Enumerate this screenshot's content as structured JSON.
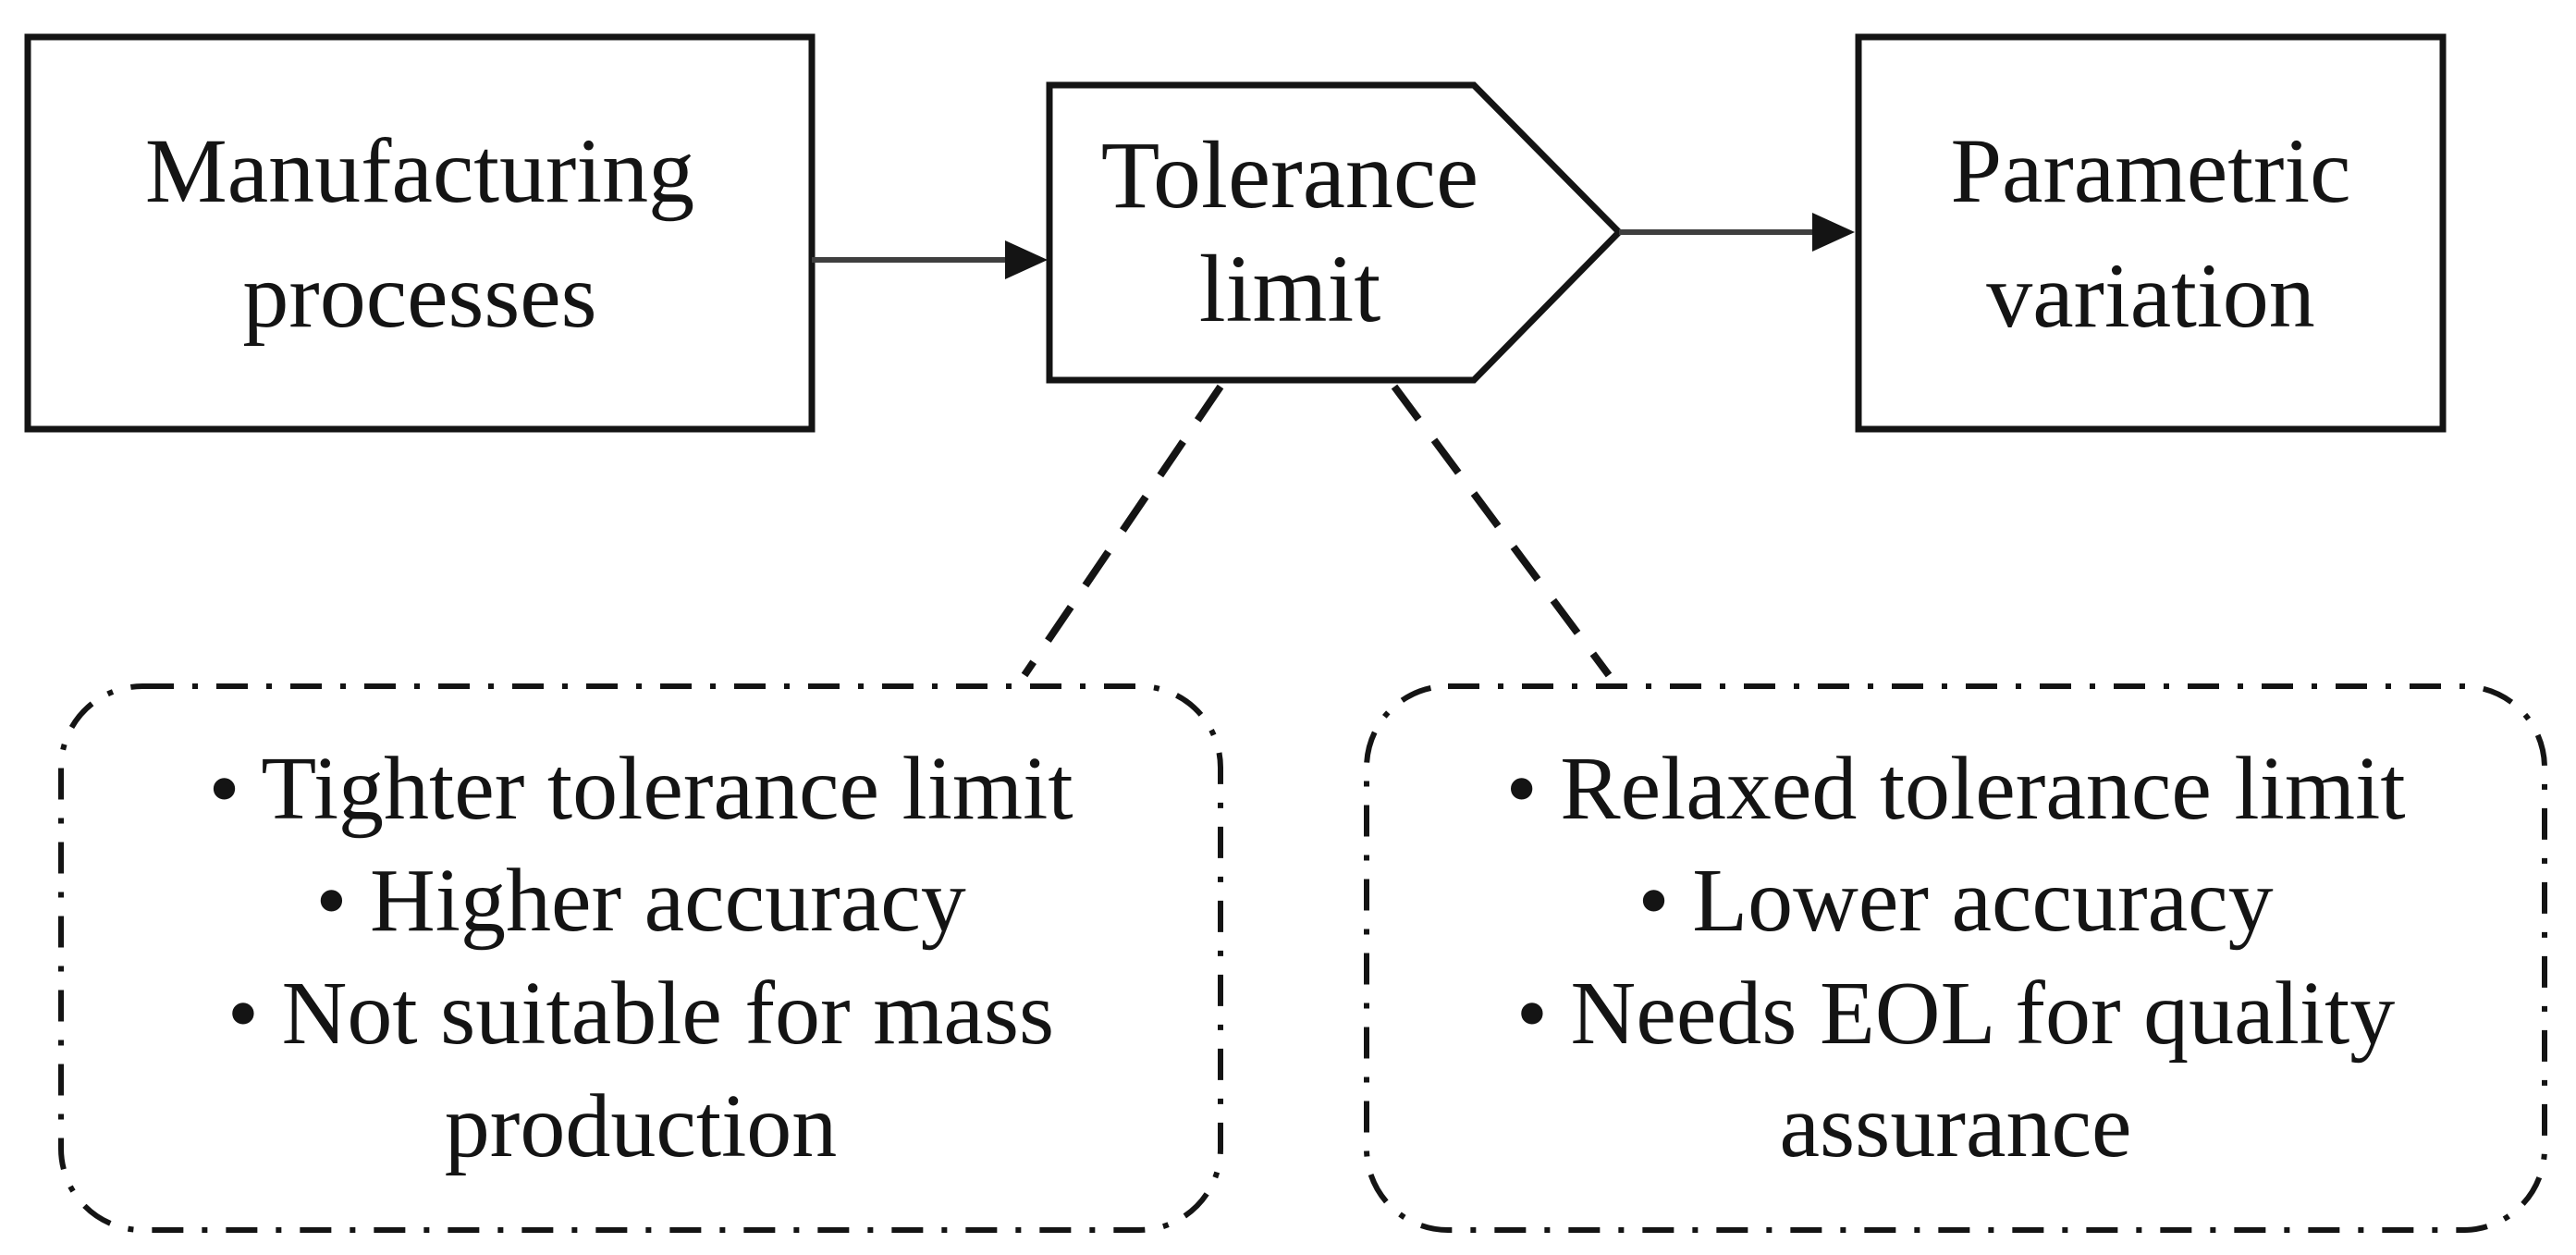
{
  "figure": {
    "type": "flow-diagram",
    "background_color": "#ffffff",
    "ink_color": "#141414",
    "connector_color": "#3f3f3f"
  },
  "nodes": {
    "manufacturing": {
      "label": "Manufacturing processes",
      "shape": "rectangle"
    },
    "tolerance": {
      "label": "Tolerance limit",
      "shape": "signal-pentagon"
    },
    "parametric": {
      "label": "Parametric variation",
      "shape": "rectangle"
    }
  },
  "arrows": {
    "manufacturing_to_tolerance": {
      "from": "manufacturing",
      "to": "tolerance",
      "style": "solid"
    },
    "tolerance_to_parametric": {
      "from": "tolerance",
      "to": "parametric",
      "style": "solid"
    }
  },
  "connectors": {
    "tolerance_to_tight_callout": {
      "style": "dashed"
    },
    "tolerance_to_relaxed_callout": {
      "style": "dashed"
    }
  },
  "callouts": {
    "tight": {
      "border_style": "dash-dot-rounded",
      "items": [
        "• Tighter tolerance limit",
        "• Higher accuracy",
        "• Not suitable for mass production"
      ]
    },
    "relaxed": {
      "border_style": "dash-dot-rounded",
      "items": [
        "• Relaxed tolerance limit",
        "• Lower accuracy",
        "• Needs EOL for quality assurance"
      ]
    }
  }
}
